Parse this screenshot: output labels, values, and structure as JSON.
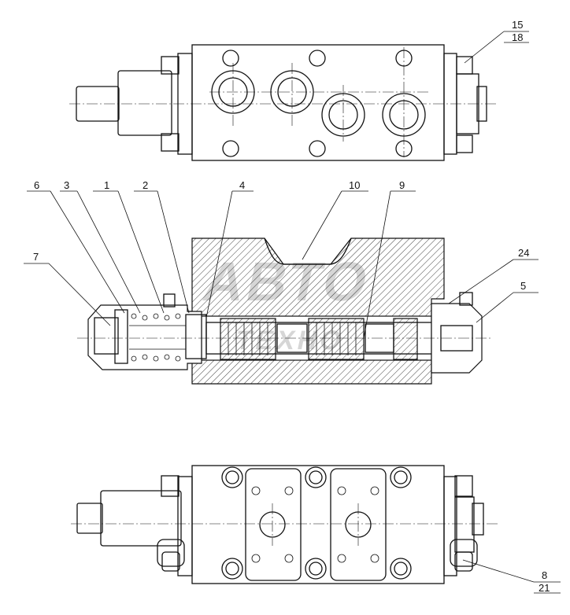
{
  "callouts": {
    "c15": "15",
    "c18": "18",
    "c6": "6",
    "c3": "3",
    "c1": "1",
    "c2": "2",
    "c4": "4",
    "c10": "10",
    "c9": "9",
    "c7": "7",
    "c24": "24",
    "c5": "5",
    "c8": "8",
    "c21": "21"
  },
  "watermark": {
    "line1": "АВТО",
    "line2": "ТЕХНО"
  }
}
